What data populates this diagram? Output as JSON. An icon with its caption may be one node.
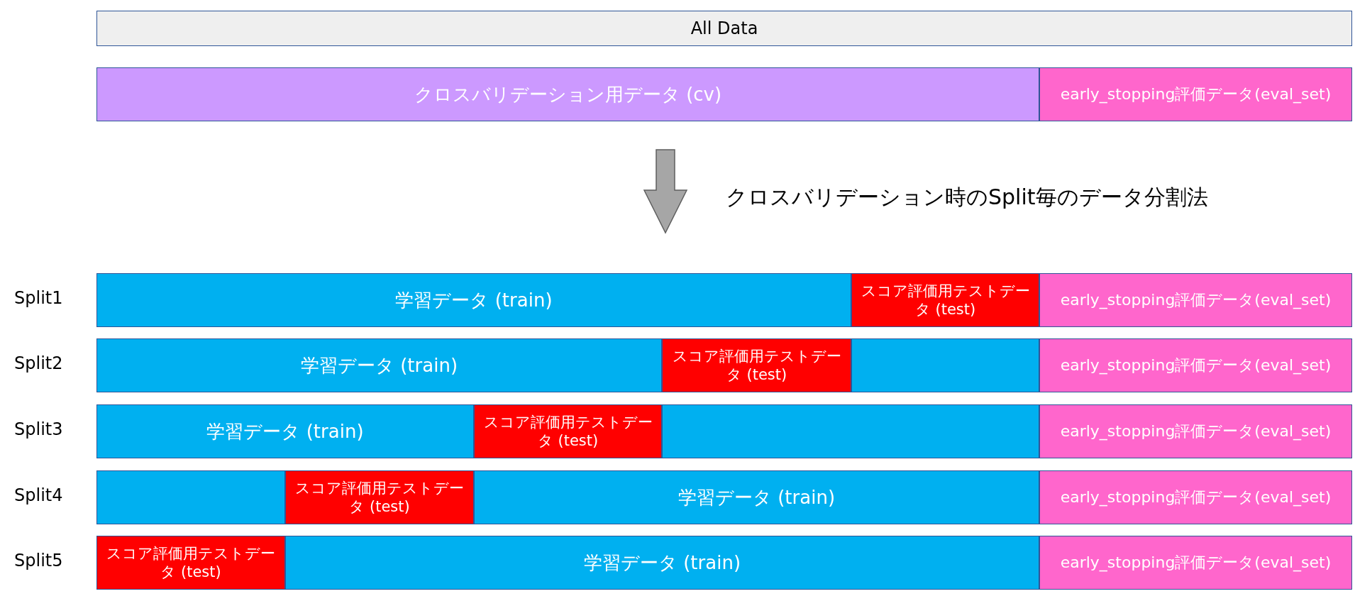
{
  "diagram": {
    "nodes": [
      {
        "text": [
          "All Data"
        ]
      },
      {
        "text": [
          "クロスバリデーション用データ (cv)"
        ]
      },
      {
        "text": [
          "early_stopping評価データ(eval_set)"
        ]
      },
      {
        "text": [
          "学習データ (train)"
        ]
      },
      {
        "text": [
          "スコア評価用テストデータ (test)"
        ]
      },
      {
        "text": [
          "early_stopping評価データ(eval_set)"
        ]
      },
      {
        "text": [
          "学習データ (train)"
        ]
      },
      {
        "text": [
          "スコア評価用テストデータ (test)"
        ]
      },
      {
        "text": [],
        "shape": "bar"
      },
      {
        "text": [
          "early_stopping評価データ(eval_set)"
        ]
      },
      {
        "text": [
          "学習データ (train)"
        ]
      },
      {
        "text": [
          "スコア評価用テストデータ (test)"
        ]
      },
      {
        "text": [],
        "shape": "bar"
      },
      {
        "text": [
          "early_stopping評価データ(eval_set)"
        ]
      },
      {
        "text": [],
        "shape": "bar"
      },
      {
        "text": [
          "スコア評価用テストデータ (test)"
        ]
      },
      {
        "text": [
          "学習データ (train)"
        ]
      },
      {
        "text": [
          "early_stopping評価データ(eval_set)"
        ]
      },
      {
        "text": [
          "スコア評価用テストデータ (test)"
        ]
      },
      {
        "text": [
          "学習データ (train)"
        ]
      },
      {
        "text": [
          "early_stopping評価データ(eval_set)"
        ]
      }
    ],
    "edges": [
      {
        "from": 1,
        "to": 3,
        "arrow": "to"
      }
    ],
    "labels": [
      "クロスバリデーション時のSplit毎のデータ分割法",
      "Split1",
      "Split2",
      "Split3",
      "Split4",
      "Split5"
    ]
  }
}
